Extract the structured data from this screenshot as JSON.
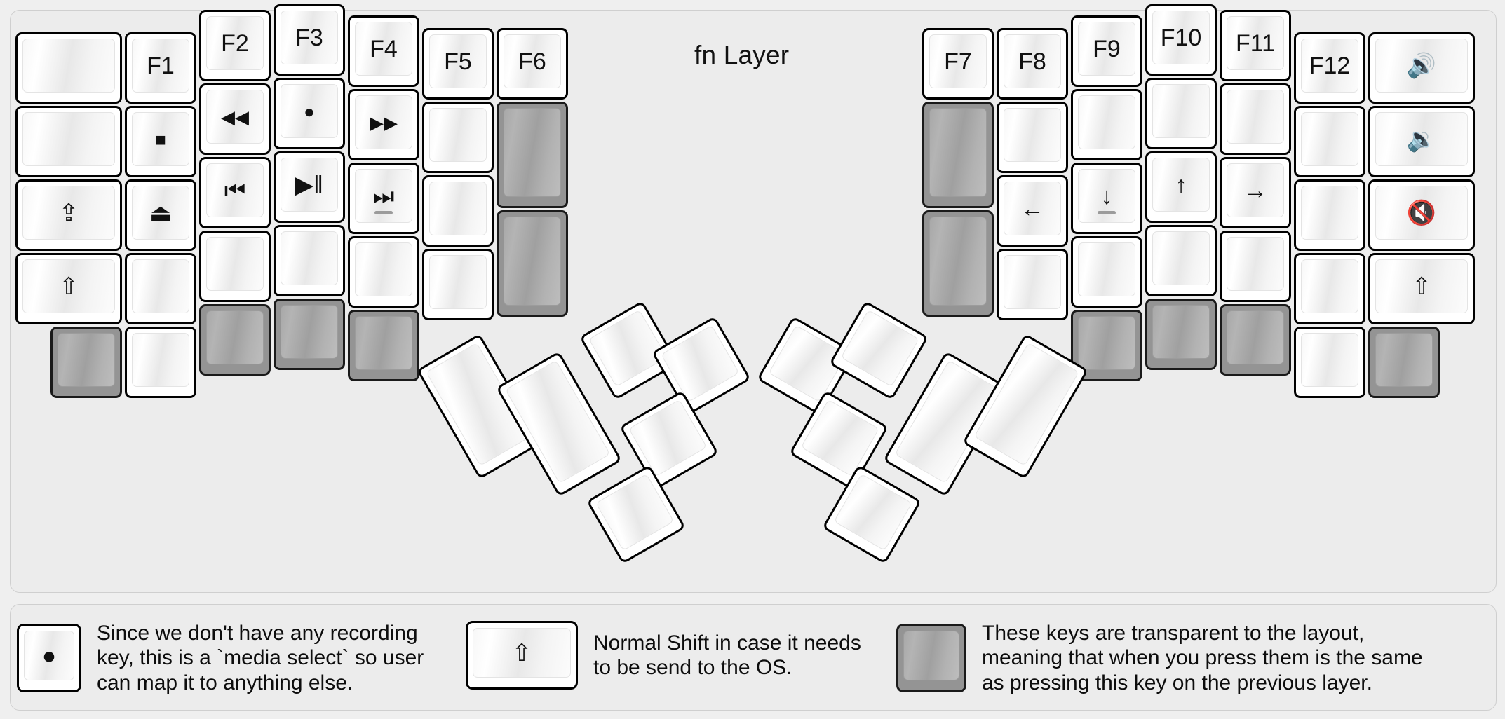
{
  "title": "fn Layer",
  "colors": {
    "background": "#efefef",
    "panel": "#ececec",
    "keycap": "#ffffff",
    "transparent_key": "#949494",
    "outline": "#000000",
    "text": "#111111"
  },
  "legend": [
    {
      "key_glyph": "●",
      "key_icon": "record-dot-icon",
      "key_style": "normal",
      "text": "Since we don't have any recording\nkey, this is a `media select` so user\ncan map it to anything else."
    },
    {
      "key_glyph": "⇧",
      "key_icon": "shift-arrow-icon",
      "key_style": "normal",
      "text": "Normal Shift in case it needs\nto be send to the OS."
    },
    {
      "key_glyph": "",
      "key_icon": "transparent-key-icon",
      "key_style": "transparent",
      "text": "These keys are transparent to the layout,\nmeaning that when you press them is the same\nas pressing this key on the previous layer."
    }
  ],
  "left_half": {
    "columns": [
      {
        "name": "col-left-outer",
        "keys": [
          {
            "label": "",
            "icon": "blank-key",
            "style": "normal"
          },
          {
            "label": "",
            "icon": "blank-key",
            "style": "normal"
          },
          {
            "label": "⇪",
            "icon": "caps-lock-icon",
            "style": "normal"
          },
          {
            "label": "⇧",
            "icon": "shift-arrow-icon",
            "style": "normal"
          },
          {
            "label": "",
            "icon": "transparent-key-icon",
            "style": "transparent"
          }
        ]
      },
      {
        "name": "col-f1",
        "keys": [
          {
            "label": "F1",
            "icon": "f1-key",
            "style": "normal"
          },
          {
            "label": "■",
            "icon": "media-stop-icon",
            "style": "normal"
          },
          {
            "label": "⏏",
            "icon": "media-eject-icon",
            "style": "normal"
          },
          {
            "label": "",
            "icon": "blank-key",
            "style": "normal"
          },
          {
            "label": "",
            "icon": "blank-key",
            "style": "normal"
          }
        ]
      },
      {
        "name": "col-f2",
        "keys": [
          {
            "label": "F2",
            "icon": "f2-key",
            "style": "normal"
          },
          {
            "label": "◀◀",
            "icon": "media-rewind-icon",
            "style": "normal"
          },
          {
            "label": "⏮",
            "icon": "media-prev-track-icon",
            "style": "normal"
          },
          {
            "label": "",
            "icon": "blank-key",
            "style": "normal"
          },
          {
            "label": "",
            "icon": "transparent-key-icon",
            "style": "transparent"
          }
        ]
      },
      {
        "name": "col-f3",
        "keys": [
          {
            "label": "F3",
            "icon": "f3-key",
            "style": "normal"
          },
          {
            "label": "●",
            "icon": "media-record-icon",
            "style": "normal"
          },
          {
            "label": "▶‖",
            "icon": "media-play-pause-icon",
            "style": "normal"
          },
          {
            "label": "",
            "icon": "blank-key",
            "style": "normal"
          },
          {
            "label": "",
            "icon": "transparent-key-icon",
            "style": "transparent"
          }
        ]
      },
      {
        "name": "col-f4",
        "keys": [
          {
            "label": "F4",
            "icon": "f4-key",
            "style": "normal"
          },
          {
            "label": "▶▶",
            "icon": "media-fast-forward-icon",
            "style": "normal"
          },
          {
            "label": "⏭",
            "icon": "media-next-track-icon",
            "style": "normal",
            "homing": true
          },
          {
            "label": "",
            "icon": "blank-key",
            "style": "normal"
          },
          {
            "label": "",
            "icon": "transparent-key-icon",
            "style": "transparent"
          }
        ]
      },
      {
        "name": "col-f5",
        "keys": [
          {
            "label": "F5",
            "icon": "f5-key",
            "style": "normal"
          },
          {
            "label": "",
            "icon": "blank-key",
            "style": "normal"
          },
          {
            "label": "",
            "icon": "blank-key",
            "style": "normal"
          },
          {
            "label": "",
            "icon": "blank-key",
            "style": "normal"
          }
        ]
      },
      {
        "name": "col-f6",
        "keys": [
          {
            "label": "F6",
            "icon": "f6-key",
            "style": "normal"
          },
          {
            "label": "",
            "icon": "transparent-key-icon",
            "style": "transparent",
            "tall": true
          },
          {
            "label": "",
            "icon": "transparent-key-icon",
            "style": "transparent",
            "tall": true
          }
        ]
      }
    ],
    "thumb_cluster": [
      {
        "label": "",
        "icon": "thumb-key-big",
        "style": "normal"
      },
      {
        "label": "",
        "icon": "thumb-key-big",
        "style": "normal"
      },
      {
        "label": "",
        "icon": "thumb-key-small",
        "style": "normal"
      },
      {
        "label": "",
        "icon": "thumb-key-small",
        "style": "normal"
      },
      {
        "label": "",
        "icon": "thumb-key-small",
        "style": "normal"
      },
      {
        "label": "",
        "icon": "thumb-key-small",
        "style": "normal"
      }
    ]
  },
  "right_half": {
    "columns": [
      {
        "name": "col-f7",
        "keys": [
          {
            "label": "F7",
            "icon": "f7-key",
            "style": "normal"
          },
          {
            "label": "",
            "icon": "transparent-key-icon",
            "style": "transparent",
            "tall": true
          },
          {
            "label": "",
            "icon": "transparent-key-icon",
            "style": "transparent",
            "tall": true
          }
        ]
      },
      {
        "name": "col-f8",
        "keys": [
          {
            "label": "F8",
            "icon": "f8-key",
            "style": "normal"
          },
          {
            "label": "",
            "icon": "blank-key",
            "style": "normal"
          },
          {
            "label": "←",
            "icon": "arrow-left-icon",
            "style": "normal"
          },
          {
            "label": "",
            "icon": "blank-key",
            "style": "normal"
          }
        ]
      },
      {
        "name": "col-f9",
        "keys": [
          {
            "label": "F9",
            "icon": "f9-key",
            "style": "normal"
          },
          {
            "label": "",
            "icon": "blank-key",
            "style": "normal"
          },
          {
            "label": "↓",
            "icon": "arrow-down-icon",
            "style": "normal",
            "homing": true
          },
          {
            "label": "",
            "icon": "blank-key",
            "style": "normal"
          },
          {
            "label": "",
            "icon": "transparent-key-icon",
            "style": "transparent"
          }
        ]
      },
      {
        "name": "col-f10",
        "keys": [
          {
            "label": "F10",
            "icon": "f10-key",
            "style": "normal"
          },
          {
            "label": "",
            "icon": "blank-key",
            "style": "normal"
          },
          {
            "label": "↑",
            "icon": "arrow-up-icon",
            "style": "normal"
          },
          {
            "label": "",
            "icon": "blank-key",
            "style": "normal"
          },
          {
            "label": "",
            "icon": "transparent-key-icon",
            "style": "transparent"
          }
        ]
      },
      {
        "name": "col-f11",
        "keys": [
          {
            "label": "F11",
            "icon": "f11-key",
            "style": "normal"
          },
          {
            "label": "",
            "icon": "blank-key",
            "style": "normal"
          },
          {
            "label": "→",
            "icon": "arrow-right-icon",
            "style": "normal"
          },
          {
            "label": "",
            "icon": "blank-key",
            "style": "normal"
          },
          {
            "label": "",
            "icon": "transparent-key-icon",
            "style": "transparent"
          }
        ]
      },
      {
        "name": "col-f12",
        "keys": [
          {
            "label": "F12",
            "icon": "f12-key",
            "style": "normal"
          },
          {
            "label": "",
            "icon": "blank-key",
            "style": "normal"
          },
          {
            "label": "",
            "icon": "blank-key",
            "style": "normal"
          },
          {
            "label": "",
            "icon": "blank-key",
            "style": "normal"
          },
          {
            "label": "",
            "icon": "blank-key",
            "style": "normal"
          }
        ]
      },
      {
        "name": "col-right-outer",
        "keys": [
          {
            "label": "🔊",
            "icon": "volume-up-icon",
            "style": "normal"
          },
          {
            "label": "🔉",
            "icon": "volume-down-icon",
            "style": "normal"
          },
          {
            "label": "🔇",
            "icon": "volume-mute-icon",
            "style": "normal"
          },
          {
            "label": "⇧",
            "icon": "shift-arrow-icon",
            "style": "normal"
          },
          {
            "label": "",
            "icon": "transparent-key-icon",
            "style": "transparent"
          }
        ]
      }
    ],
    "thumb_cluster": [
      {
        "label": "",
        "icon": "thumb-key-small",
        "style": "normal"
      },
      {
        "label": "",
        "icon": "thumb-key-small",
        "style": "normal"
      },
      {
        "label": "",
        "icon": "thumb-key-small",
        "style": "normal"
      },
      {
        "label": "",
        "icon": "thumb-key-small",
        "style": "normal"
      },
      {
        "label": "",
        "icon": "thumb-key-big",
        "style": "normal"
      },
      {
        "label": "",
        "icon": "thumb-key-big",
        "style": "normal"
      }
    ]
  }
}
